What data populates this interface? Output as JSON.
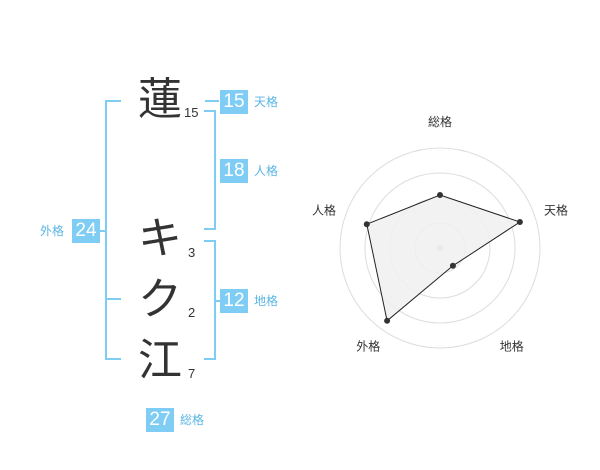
{
  "name": {
    "characters": [
      {
        "char": "蓮",
        "strokes": "15"
      },
      {
        "char": "キ",
        "strokes": "3"
      },
      {
        "char": "ク",
        "strokes": "2"
      },
      {
        "char": "江",
        "strokes": "7"
      }
    ]
  },
  "kaku": {
    "tenkaku": {
      "value": "15",
      "label": "天格"
    },
    "jinkaku": {
      "value": "18",
      "label": "人格"
    },
    "chikaku": {
      "value": "12",
      "label": "地格"
    },
    "gaikaku": {
      "value": "24",
      "label": "外格"
    },
    "soukaku": {
      "value": "27",
      "label": "総格"
    }
  },
  "chart_data": {
    "type": "radar",
    "axes": [
      "総格",
      "天格",
      "地格",
      "外格",
      "人格"
    ],
    "values": [
      0.53,
      0.84,
      0.22,
      0.9,
      0.77
    ],
    "range": [
      0,
      1
    ],
    "rings": 4,
    "colors": {
      "fill": "#f0f0f0",
      "stroke": "#222222",
      "grid": "#dddddd",
      "point": "#333333",
      "center": "#c8c8c8"
    }
  },
  "colors": {
    "accent": "#7fcdf5",
    "label": "#5ab5e3"
  }
}
